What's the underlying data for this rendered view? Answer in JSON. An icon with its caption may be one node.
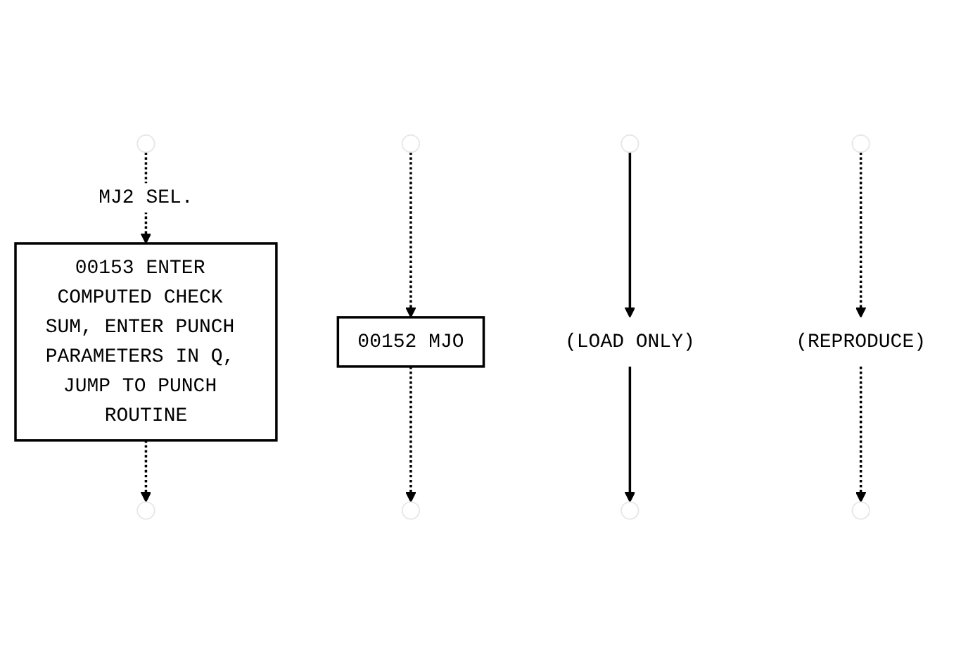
{
  "diagram": {
    "nodes": [
      {
        "text": [
          "00153 ENTER COMPUTED CHECK SUM, ENTER PUNCH PARAMETERS IN Q, JUMP TO PUNCH ROUTINE"
        ]
      },
      {
        "text": [
          "00152 MJO"
        ]
      },
      {
        "text": [
          "(LOAD ONLY)"
        ]
      },
      {
        "text": [
          "(REPRODUCE)"
        ]
      }
    ],
    "edges": [
      {
        "from": null,
        "to": 0,
        "arrow": "to",
        "style": "dashed",
        "label": "MJ2 SEL."
      },
      {
        "from": 0,
        "to": null,
        "arrow": "to",
        "style": "dashed"
      },
      {
        "from": null,
        "to": 1,
        "arrow": "to",
        "style": "dashed"
      },
      {
        "from": 1,
        "to": null,
        "arrow": "to",
        "style": "dashed"
      },
      {
        "from": null,
        "to": 2,
        "arrow": "to"
      },
      {
        "from": 2,
        "to": null,
        "arrow": "to"
      },
      {
        "from": null,
        "to": 3,
        "arrow": "to",
        "style": "dashed"
      },
      {
        "from": 3,
        "to": null,
        "arrow": "to",
        "style": "dashed"
      }
    ]
  }
}
